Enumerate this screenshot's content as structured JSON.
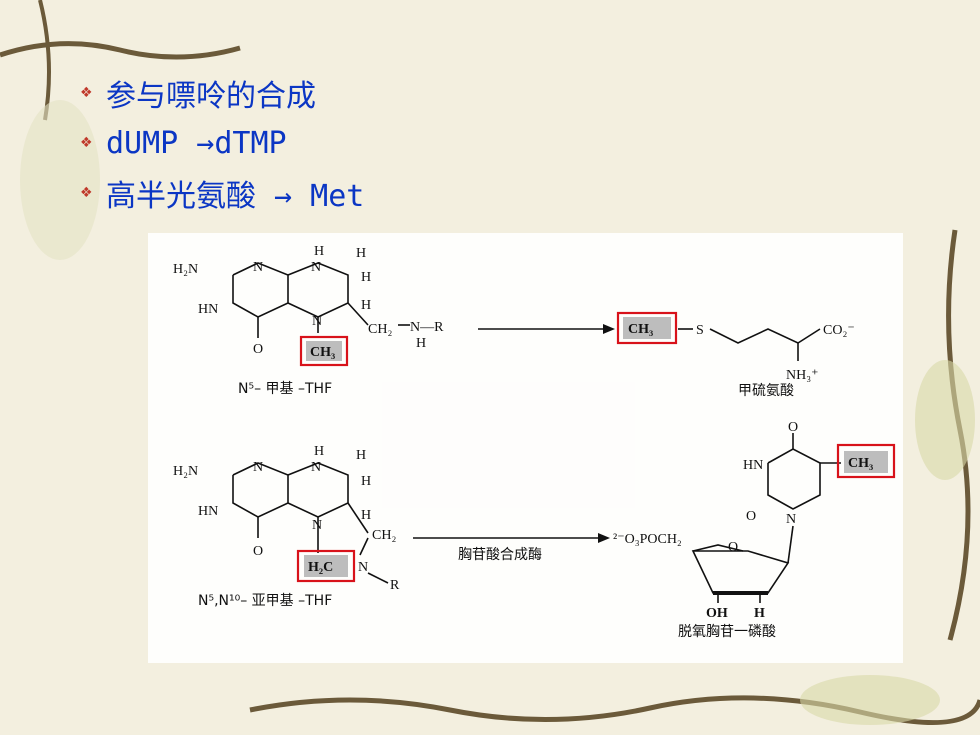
{
  "bullets": [
    {
      "icon": "diamond-bullet-icon",
      "text": "参与嘌呤的合成"
    },
    {
      "icon": "diamond-bullet-icon",
      "text": "dUMP →dTMP"
    },
    {
      "icon": "diamond-bullet-icon",
      "text": "高半光氨酸 → Met"
    }
  ],
  "reaction1": {
    "left_groups": {
      "h2n": "H₂N",
      "n1": "N",
      "n2": "N",
      "h1": "H",
      "h2": "H",
      "h3": "H",
      "hn": "HN",
      "h4": "H",
      "o": "O",
      "n5": "N",
      "ch2": "CH₂",
      "nr": "N—R",
      "nh": "H",
      "ch3": "CH₃"
    },
    "left_caption": "N⁵– 甲基 –THF",
    "right_groups": {
      "ch3": "CH₃",
      "s": "S",
      "co2": "CO₂⁻",
      "nh3": "NH₃⁺"
    },
    "right_caption": "甲硫氨酸"
  },
  "reaction2": {
    "left_groups": {
      "h2n": "H₂N",
      "n1": "N",
      "n2": "N",
      "h1": "H",
      "h2": "H",
      "h3": "H",
      "hn": "HN",
      "h4": "H",
      "o": "O",
      "n5": "N",
      "ch2": "CH₂",
      "h2c": "H₂C",
      "n10": "N",
      "r": "R"
    },
    "left_caption": "N⁵,N¹⁰– 亚甲基 –THF",
    "enzyme": "胸苷酸合成酶",
    "right_groups": {
      "o_top": "O",
      "hn": "HN",
      "ch3": "CH₃",
      "o_mid": "O",
      "n": "N",
      "phos": "²⁻O₃POCH₂",
      "o_ring": "O",
      "oh": "OH",
      "h": "H"
    },
    "right_caption": "脱氧胸苷一磷酸"
  }
}
